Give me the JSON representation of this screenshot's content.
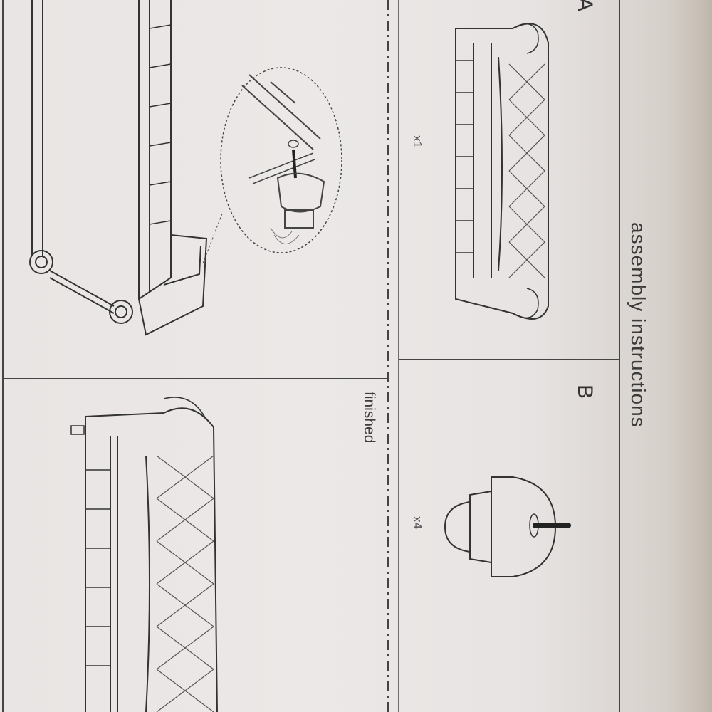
{
  "header": {
    "title": "assembly instructions"
  },
  "panels": {
    "step_a": {
      "label": "A",
      "quantity": "x1"
    },
    "step_b": {
      "label": "B",
      "quantity": "x4"
    },
    "result": {
      "label": "finished"
    }
  }
}
